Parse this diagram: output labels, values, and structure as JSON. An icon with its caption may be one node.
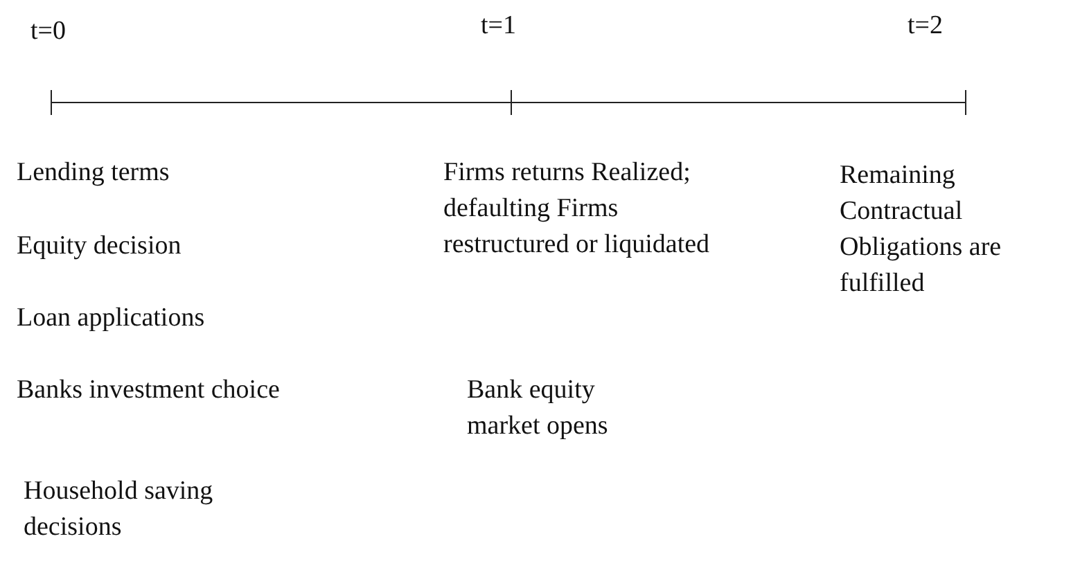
{
  "diagram": {
    "labels": [
      "t=0",
      "t=1",
      "t=2",
      "Lending terms",
      "Firms returns Realized; defaulting Firms restructured or liquidated",
      "Remaining Contractual Obligations are fulfilled",
      "Equity decision",
      "Loan applications",
      "Banks investment choice",
      "Bank equity market opens",
      "Household saving decisions"
    ]
  }
}
